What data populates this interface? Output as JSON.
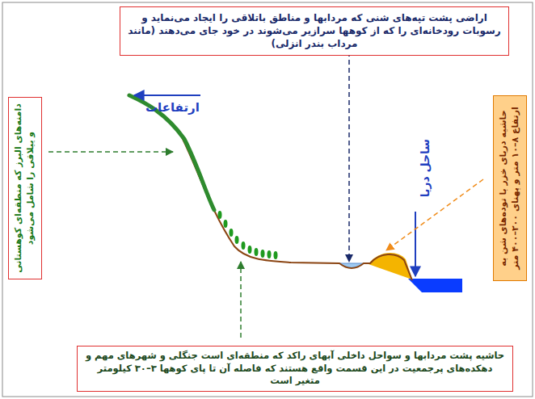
{
  "diagram": {
    "nodes": [
      {
        "text": [
          "اراضی پشت تپه‌های شنی که مردابها و مناطق باتلاقی را ایجاد می‌نماید و رسوبات رودخانه‌ای را که از کوهها سرازیر می‌شوند در خود جای می‌دهند (مانند مرداب بندر انزلی)"
        ]
      },
      {
        "text": [
          "دامنه‌های البرز که منطقه‌ای کوهستانی و ییلاقی را شامل می‌شود"
        ]
      },
      {
        "text": [
          "حاشیه دریای خزر با توده‌های شن به ارتفاع ۸–۱۰ متر و پهنای ۲۰۰–۴۰۰ متر"
        ]
      },
      {
        "text": [
          "حاشیه پشت مردابها و سواحل داخلی آبهای راکد که منطقه‌ای است جنگلی و شهرهای مهم و دهکده‌های پرجمعیت در این قسمت واقع هستند که فاصله آن تا پای کوهها ۳–۳۰ کیلومتر متغیر است"
        ]
      }
    ],
    "labels": [
      "ارتفاعات",
      "ساحل دریا"
    ]
  }
}
